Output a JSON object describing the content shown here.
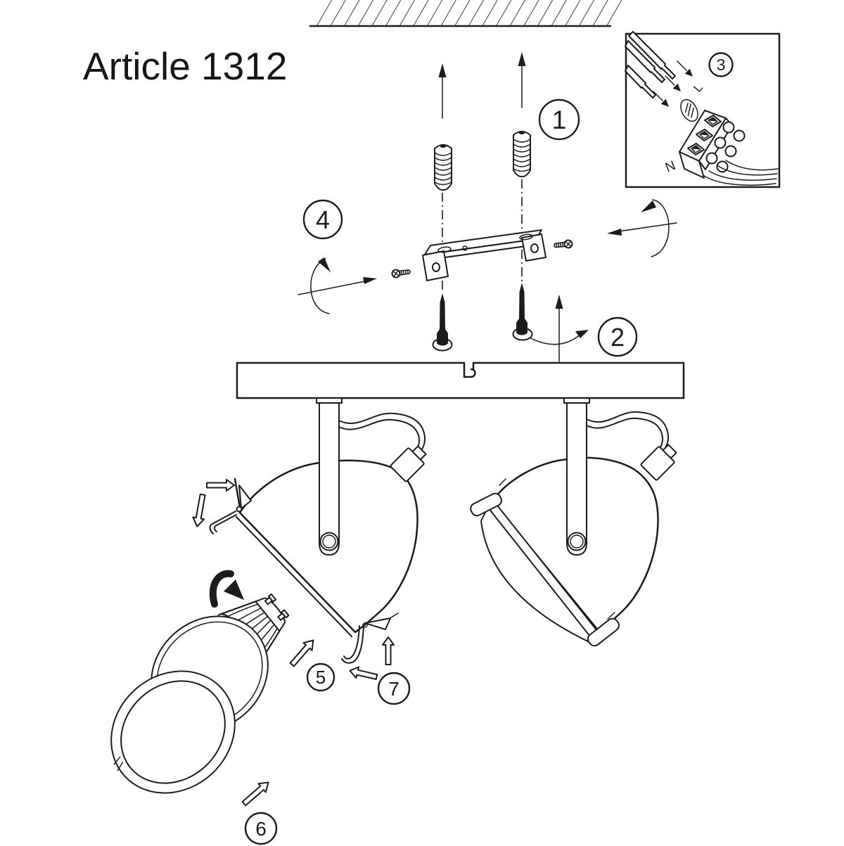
{
  "title": "Article 1312",
  "steps": {
    "s1": "1",
    "s2": "2",
    "s3": "3",
    "s4": "4",
    "s5": "5",
    "s6": "6",
    "s7": "7"
  },
  "step_meanings": {
    "s1": "insert wall plugs into ceiling",
    "s2": "screw mounting bracket to ceiling",
    "s3": "connect mains wires to terminal block",
    "s4": "fix ceiling plate with side screws",
    "s5": "insert GU10 bulb",
    "s6": "place glass lens and retaining ring",
    "s7": "close spring clips"
  },
  "wiring": {
    "live": "L",
    "neutral": "N",
    "earth_icon": "earth-symbol"
  },
  "parts": {
    "ceiling": "hatched ceiling section",
    "wall_plug": "wall plug anchor",
    "mounting_screw": "black mounting screw",
    "bracket": "mounting bracket",
    "fixing_screw": "small fixing screw",
    "terminal_block": "3-pole terminal block",
    "ceiling_plate": "ceiling plate with keyhole slot",
    "spot_head": "spot lamp head",
    "stem": "suspension stem",
    "cable": "supply cable with connector",
    "bulb": "GU10 reflector bulb",
    "glass": "glass lens",
    "ring": "retaining ring",
    "clip": "spring clip"
  },
  "colors": {
    "ink": "#1c1c1c",
    "paper": "#ffffff"
  }
}
